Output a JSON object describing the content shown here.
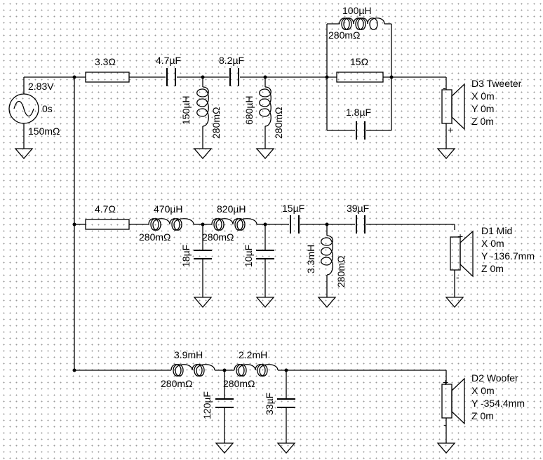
{
  "source": {
    "voltage": "2.83V",
    "phase": "0s",
    "resistance": "150mΩ"
  },
  "tweeter": {
    "r_series": "3.3Ω",
    "c1": "4.7µF",
    "l1": "150µH",
    "l1_res": "280mΩ",
    "c2": "8.2µF",
    "l2": "680µH",
    "l2_res": "280mΩ",
    "lp_l": "100µH",
    "lp_l_res": "280mΩ",
    "lp_r": "15Ω",
    "lp_c": "1.8µF",
    "driver": {
      "name": "D3 Tweeter",
      "x": "X 0m",
      "y": "Y 0m",
      "z": "Z 0m",
      "color": "#2b2bd6"
    }
  },
  "mid": {
    "r_series": "4.7Ω",
    "l1": "470µH",
    "l1_res": "280mΩ",
    "l2": "820µH",
    "l2_res": "280mΩ",
    "c_sh1": "18µF",
    "c_sh2": "10µF",
    "c1": "15µF",
    "c2": "39µF",
    "l3": "3.3mH",
    "l3_res": "280mΩ",
    "driver": {
      "name": "D1 Mid",
      "x": "X 0m",
      "y": "Y -136.7mm",
      "z": "Z 0m",
      "color": "#e02020"
    }
  },
  "woofer": {
    "l1": "3.9mH",
    "l1_res": "280mΩ",
    "l2": "2.2mH",
    "l2_res": "280mΩ",
    "c_sh1": "120µF",
    "c_sh2": "33µF",
    "driver": {
      "name": "D2 Woofer",
      "x": "X 0m",
      "y": "Y -354.4mm",
      "z": "Z 0m",
      "color": "#1f9a2a"
    }
  },
  "polarity": {
    "plus": "+",
    "minus": "-"
  }
}
